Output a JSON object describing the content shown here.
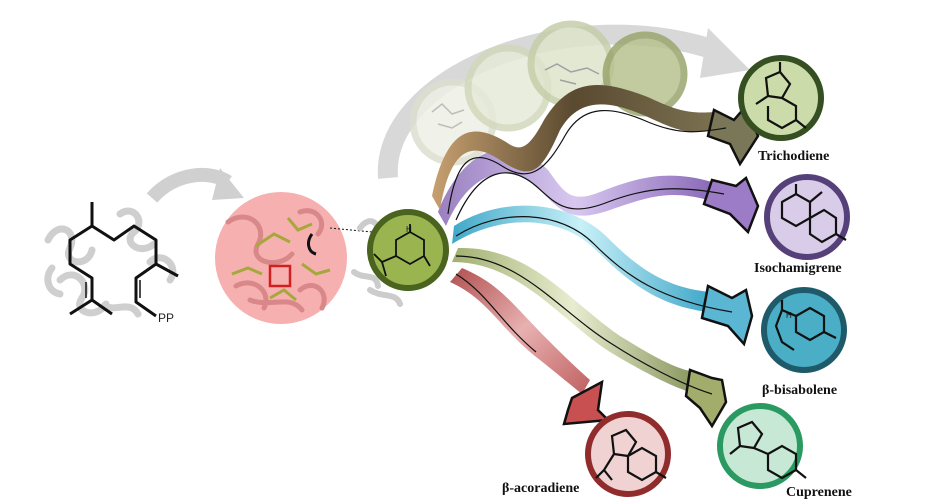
{
  "figure": {
    "substrate_group": "PP",
    "intermediate_atom": "H",
    "bisabolene_atom": "H",
    "colors": {
      "trichodiene": "#b5c98a",
      "isochamigrene": "#b59bd0",
      "bisabolene": "#3fa9c4",
      "cuprenene": "#3fb37a",
      "acoradiene": "#d08080",
      "intermediate": "#8aa040",
      "enzyme": "#f4a0a0",
      "ghost": "#a8b27a"
    },
    "products": [
      {
        "key": "trichodiene",
        "name": "Trichodiene"
      },
      {
        "key": "isochamigrene",
        "name": "Isochamigrene"
      },
      {
        "key": "bisabolene",
        "name": "β-bisabolene"
      },
      {
        "key": "cuprenene",
        "name": "Cuprenene"
      },
      {
        "key": "acoradiene",
        "name": "β-acoradiene"
      }
    ]
  }
}
